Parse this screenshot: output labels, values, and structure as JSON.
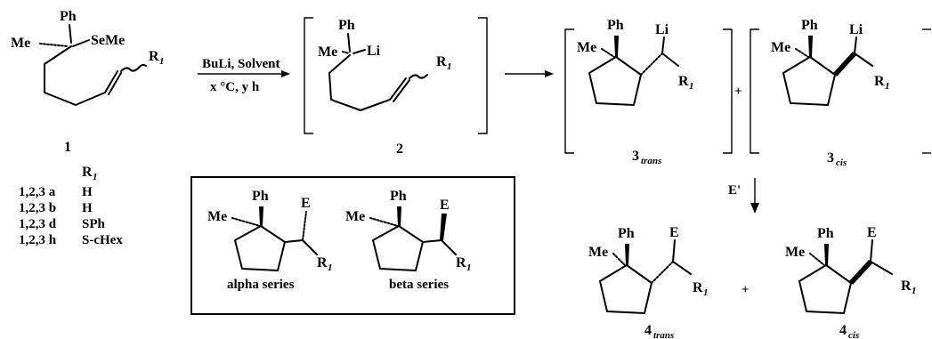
{
  "labels": {
    "ph": "Ph",
    "me": "Me",
    "semе": "SeMe",
    "seme": "SeMe",
    "li": "Li",
    "r": "R",
    "r_sub": "1",
    "e": "E",
    "plus": "+"
  },
  "reagents": {
    "above": "BuLi, Solvent",
    "below": "x °C, y h",
    "electrophile": "E'"
  },
  "compounds": {
    "c1": "1",
    "c2": "2",
    "c3": "3",
    "c3_trans_sub": "trans",
    "c3_cis_sub": "cis",
    "c4": "4",
    "c4_trans_sub": "trans",
    "c4_cis_sub": "cis"
  },
  "table": {
    "header_r": "R",
    "header_sub": "1",
    "rows": [
      {
        "id": "1,2,3 a",
        "r1": "H"
      },
      {
        "id": "1,2,3 b",
        "r1": "H"
      },
      {
        "id": "1,2,3 d",
        "r1": "SPh"
      },
      {
        "id": "1,2,3 h",
        "r1": "S-cHex"
      }
    ]
  },
  "box": {
    "alpha": "alpha series",
    "beta": "beta series"
  }
}
